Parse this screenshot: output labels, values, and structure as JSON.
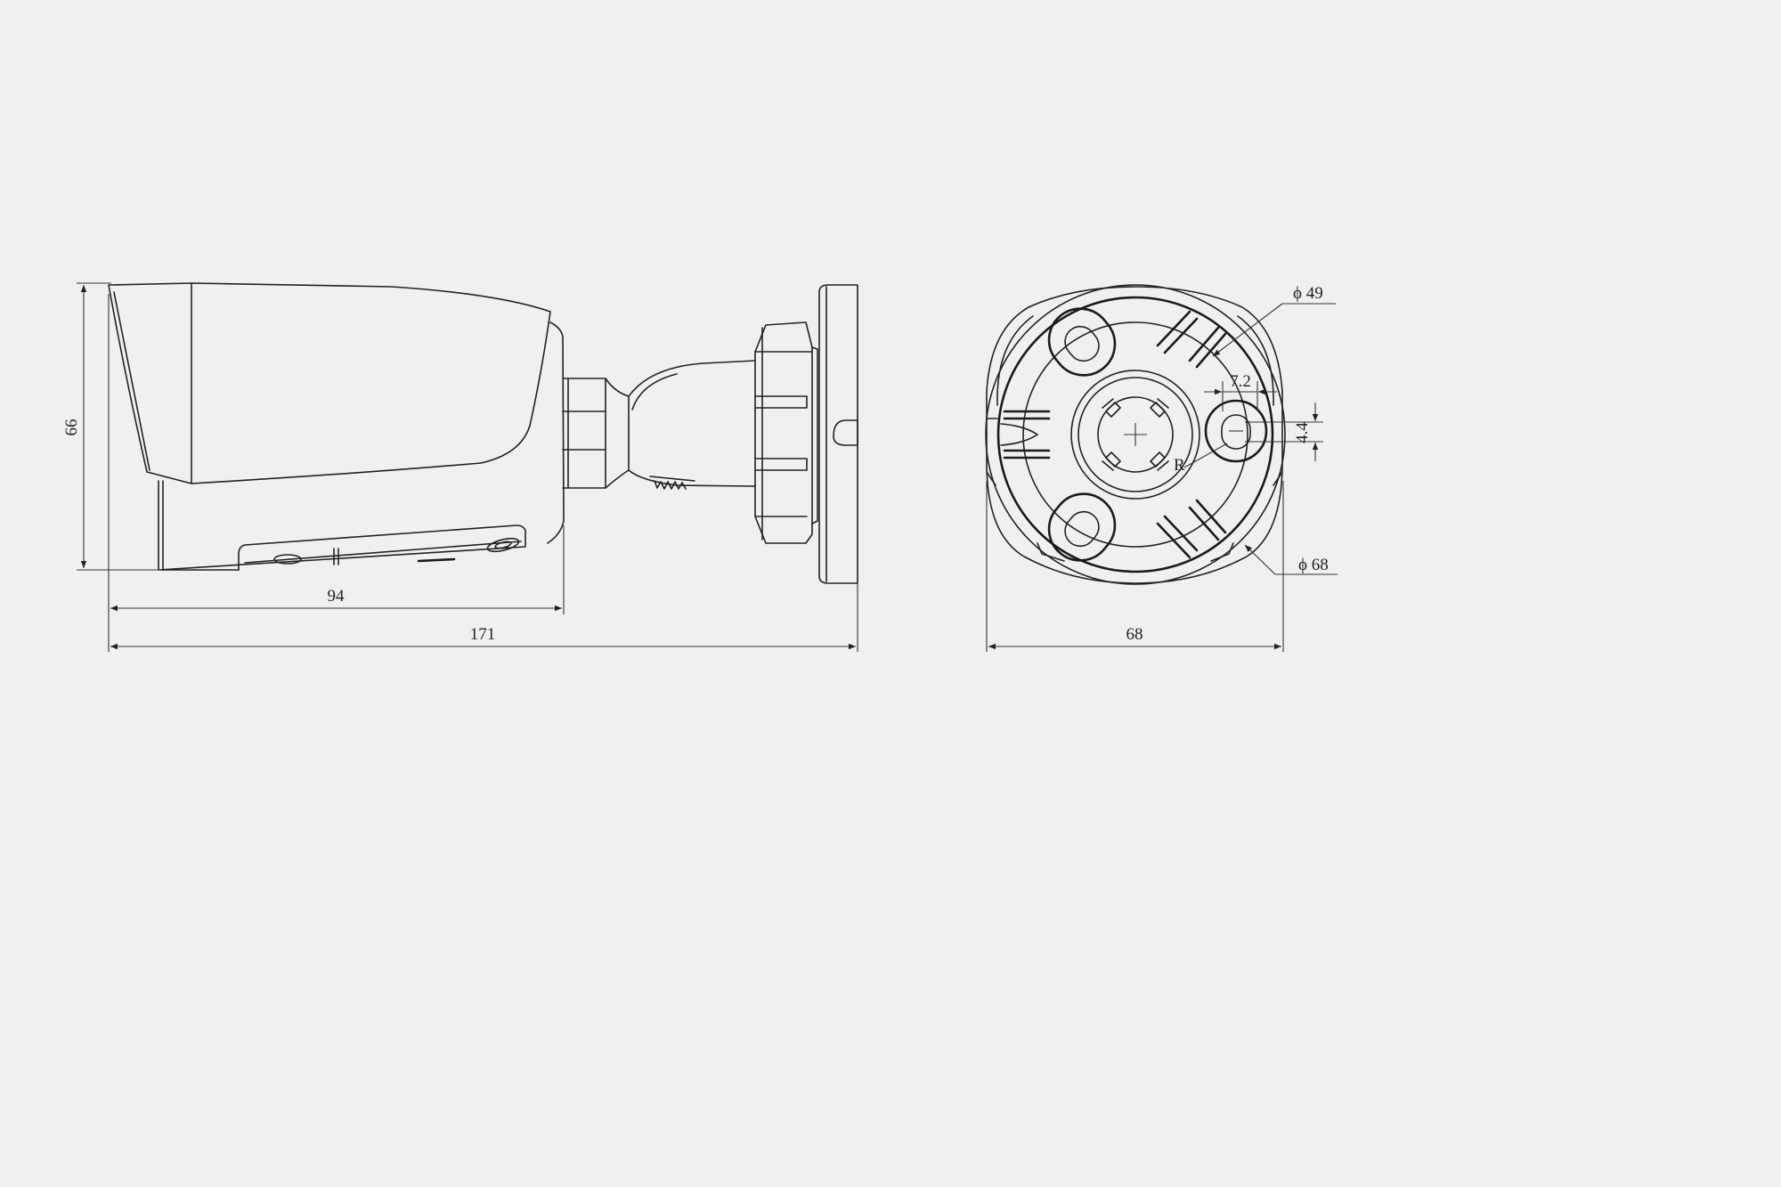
{
  "dimensions": {
    "height_side": "66",
    "body_length": "94",
    "total_length": "171",
    "base_width": "68",
    "hole_spacing": "7.2",
    "hole_width": "4.4",
    "bolt_circle": "ϕ 49",
    "base_diameter": "ϕ 68",
    "radius_label": "R"
  },
  "colors": {
    "background": "#eff0f2",
    "line": "#222222"
  }
}
